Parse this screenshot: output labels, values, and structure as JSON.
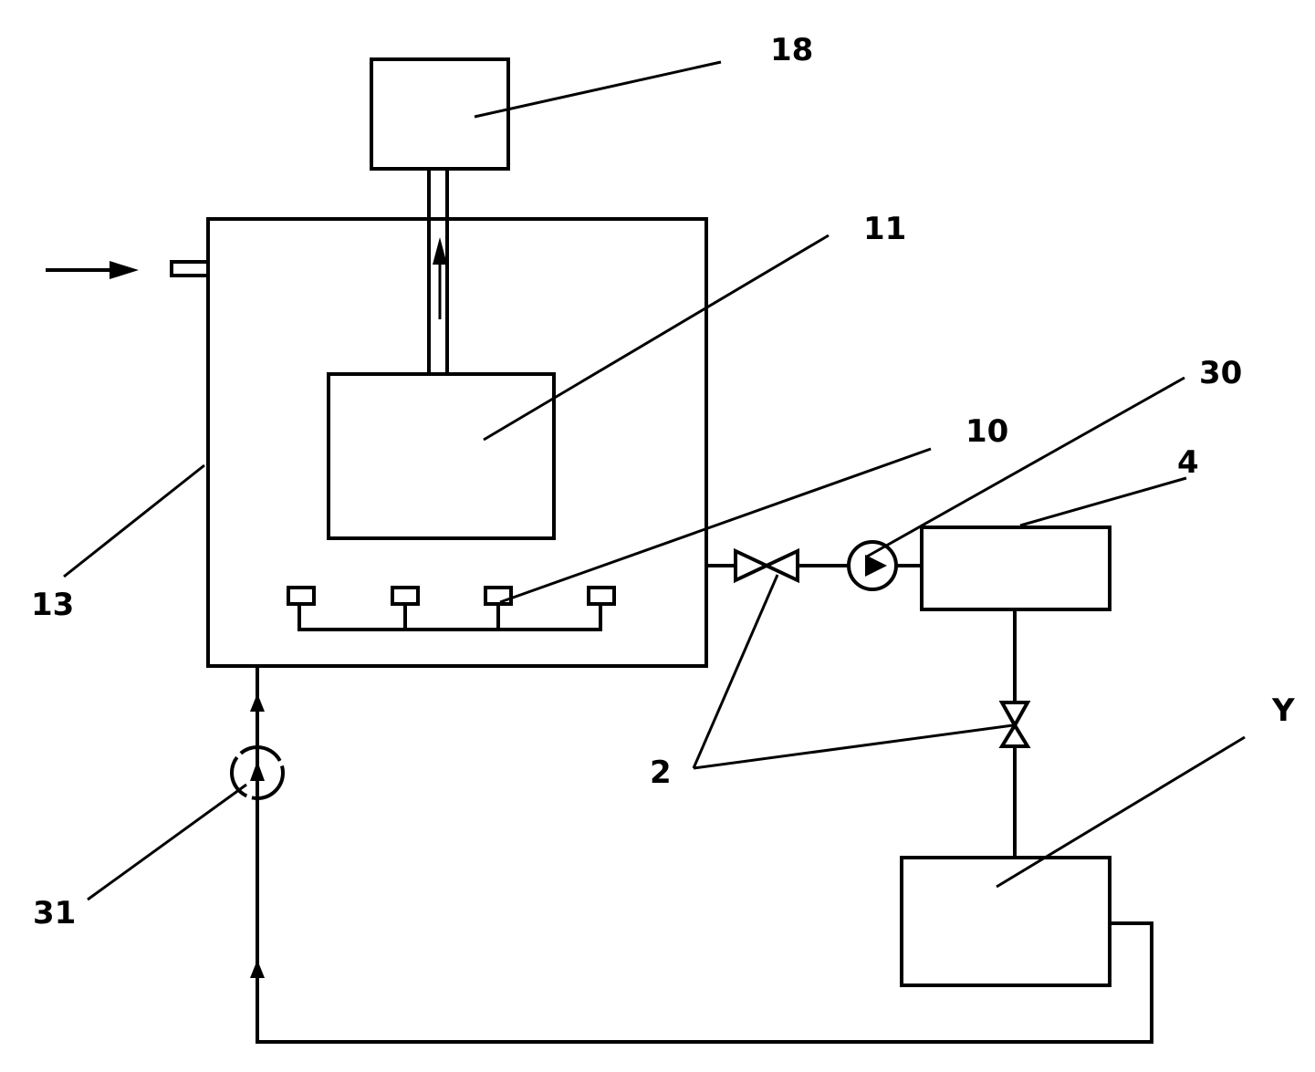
{
  "labels": {
    "l18": "18",
    "l11": "11",
    "l30": "30",
    "l10": "10",
    "l4": "4",
    "l13": "13",
    "l2": "2",
    "lY": "Y",
    "l31": "31"
  }
}
